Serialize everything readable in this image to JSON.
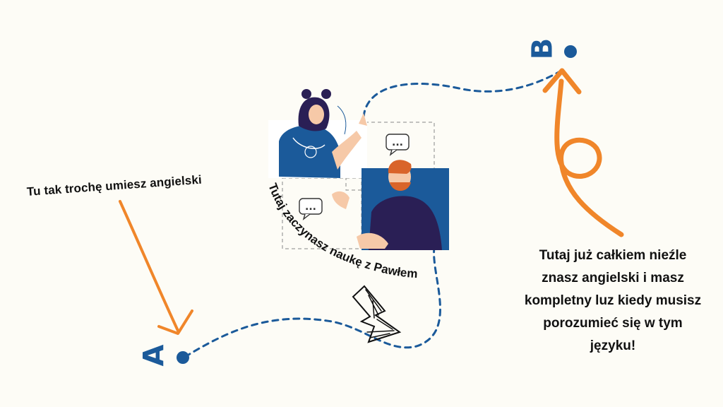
{
  "labels": {
    "left_note": "Tu tak trochę  umiesz angielski",
    "curved_note": "Tutaj zaczynasz naukę  z Pawłem",
    "right_note_lines": [
      "Tutaj już całkiem nieźle",
      "znasz angielski i masz",
      "kompletny luz kiedy musisz",
      "porozumieć się w tym",
      "języku!"
    ]
  },
  "markers": {
    "start": "A",
    "end": "B"
  },
  "bubbles": {
    "dots": "..."
  },
  "colors": {
    "background": "#fdfcf6",
    "path_blue": "#1b5a9a",
    "arrow_orange": "#f0862a",
    "text_dark": "#111111",
    "figure_purple": "#2a1f55",
    "shirt_blue": "#1b5a9a",
    "skin": "#f6c9a8",
    "hair_orange": "#d9642a"
  },
  "icons": [
    "orange-straight-arrow-icon",
    "orange-loop-arrow-icon",
    "black-scribble-arrow-icon",
    "speech-bubble-icon"
  ]
}
